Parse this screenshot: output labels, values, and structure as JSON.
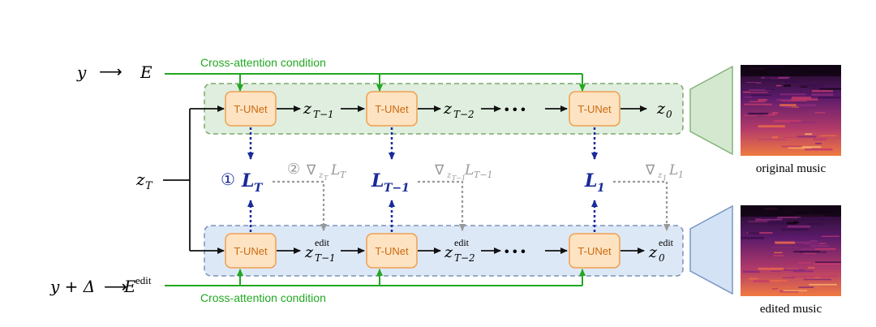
{
  "inputs": {
    "y": "y",
    "arrow": "⟶",
    "encoder": "E",
    "y_edit": "y + Δ",
    "encoder_edit": "E",
    "edit_sup": "edit",
    "z_T": "z",
    "z_T_sub": "T"
  },
  "conditions": {
    "top": "Cross-attention condition",
    "bottom": "Cross-attention condition"
  },
  "unet_label": "T-UNet",
  "top_row": {
    "z1": "z",
    "z1_sub": "T−1",
    "z2": "z",
    "z2_sub": "T−2",
    "dots": "• • •",
    "z0": "z",
    "z0_sub": "0"
  },
  "bottom_row": {
    "z1": "z",
    "z1_sub": "T−1",
    "z1_sup": "edit",
    "z2": "z",
    "z2_sub": "T−2",
    "z2_sup": "edit",
    "dots": "• • •",
    "z0": "z",
    "z0_sub": "0",
    "z0_sup": "edit"
  },
  "losses": {
    "circle1": "①",
    "L_T": "L",
    "L_T_sub": "T",
    "L_T1": "L",
    "L_T1_sub": "T−1",
    "L_1": "L",
    "L_1_sub": "1"
  },
  "gradients": {
    "circle2": "②",
    "g1_nabla": "∇",
    "g1_sub": "z",
    "g1_subsub": "T",
    "g1_L": "L",
    "g1_Lsub": "T",
    "g2_nabla": "∇",
    "g2_sub": "z",
    "g2_subsub": "T−1",
    "g2_L": "L",
    "g2_Lsub": "T−1",
    "g3_nabla": "∇",
    "g3_sub": "z",
    "g3_subsub": "1",
    "g3_L": "L",
    "g3_Lsub": "1"
  },
  "outputs": {
    "original": "original music",
    "edited": "edited music"
  },
  "colors": {
    "green_line": "#22a822",
    "green_box_fill": "#dfeede",
    "green_box_stroke": "#7da86f",
    "blue_box_fill": "#dde8f7",
    "blue_box_stroke": "#7a93b5",
    "unet_fill": "#fde3c2",
    "unet_stroke": "#f0a050",
    "unet_text": "#cc6a10",
    "loss_blue": "#1a2a9a",
    "gray": "#999999",
    "decoder_green_fill": "#d4e8d0",
    "decoder_green_stroke": "#86b47a",
    "decoder_blue_fill": "#d4e2f6",
    "decoder_blue_stroke": "#7a97c6"
  }
}
